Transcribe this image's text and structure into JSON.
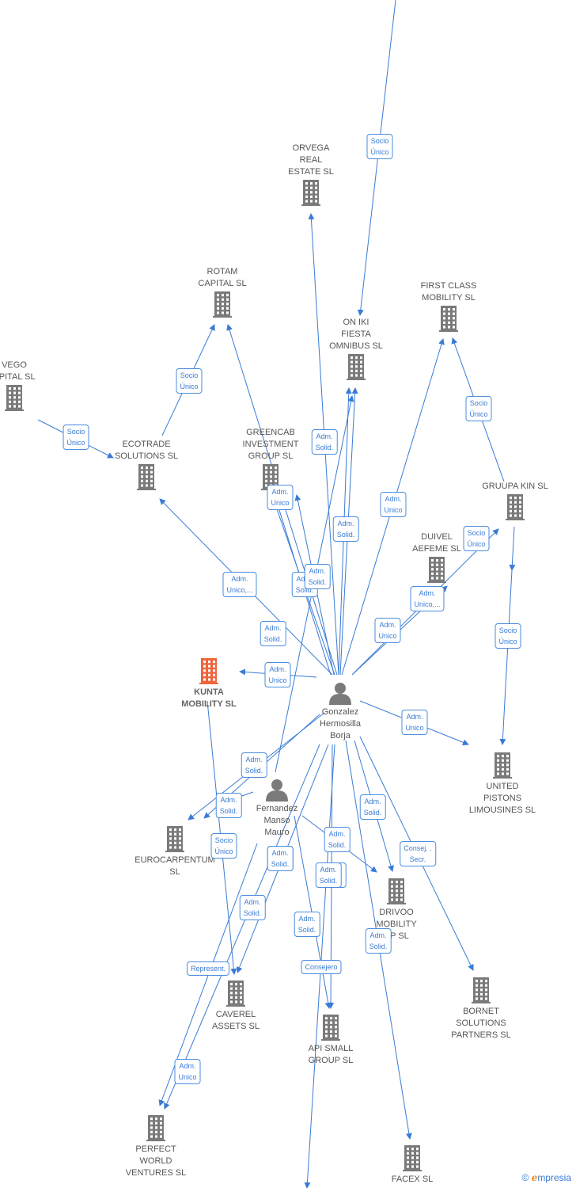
{
  "colors": {
    "edge": "#3a7bd5",
    "company": "#7a7a7a",
    "highlight": "#f0643c",
    "person": "#7a7a7a"
  },
  "nodes": [
    {
      "id": "orvega",
      "label": "ORVEGA\nREAL\nESTATE  SL",
      "kind": "company"
    },
    {
      "id": "rotam",
      "label": "ROTAM\nCAPITAL  SL",
      "kind": "company"
    },
    {
      "id": "oniki",
      "label": "ON IKI\nFIESTA\nOMNIBUS  SL",
      "kind": "company"
    },
    {
      "id": "firstclass",
      "label": "FIRST CLASS\nMOBILITY  SL",
      "kind": "company"
    },
    {
      "id": "vego",
      "label": "VEGO\nAPITAL  SL",
      "kind": "company"
    },
    {
      "id": "ecotrade",
      "label": "ECOTRADE\nSOLUTIONS  SL",
      "kind": "company"
    },
    {
      "id": "greencab",
      "label": "GREENCAB\nINVESTMENT\nGROUP  SL",
      "kind": "company"
    },
    {
      "id": "gruupa",
      "label": "GRUUPA KIN  SL",
      "kind": "company"
    },
    {
      "id": "duivel",
      "label": "DUIVEL\nAEFEME  SL",
      "kind": "company"
    },
    {
      "id": "kunta",
      "label": "KUNTA\nMOBILITY  SL",
      "kind": "company-main"
    },
    {
      "id": "gonzalez",
      "label": "Gonzalez\nHermosilla\nBorja",
      "kind": "person"
    },
    {
      "id": "united",
      "label": "UNITED\nPISTONS\nLIMOUSINES  SL",
      "kind": "company"
    },
    {
      "id": "fernandez",
      "label": "Fernandez\nManso\nMauro",
      "kind": "person"
    },
    {
      "id": "eurocarpentum",
      "label": "EUROCARPENTUM\nSL",
      "kind": "company"
    },
    {
      "id": "drivoo",
      "label": "DRIVOO\nMOBILITY\nUP  SL",
      "kind": "company"
    },
    {
      "id": "bornet",
      "label": "BORNET\nSOLUTIONS\nPARTNERS  SL",
      "kind": "company"
    },
    {
      "id": "caverel",
      "label": "CAVEREL\nASSETS  SL",
      "kind": "company"
    },
    {
      "id": "apismall",
      "label": "API SMALL\nGROUP  SL",
      "kind": "company"
    },
    {
      "id": "perfect",
      "label": "PERFECT\nWORLD\nVENTURES  SL",
      "kind": "company"
    },
    {
      "id": "facex",
      "label": "FACEX  SL",
      "kind": "company"
    }
  ],
  "edge_labels": [
    "Socio\nÚnico",
    "Socio\nÚnico",
    "Socio\nÚnico",
    "Socio\nÚnico",
    "Socio\nÚnico",
    "Socio\nÚnico",
    "Socio\nÚnico",
    "Adm.\nSolid.",
    "Adm.\nUnico",
    "Adm.\nSolid.",
    "Adm.\nUnico",
    "Adm.\nUnico,...",
    "Adm.\nSolid.",
    "Adm.\nSolid.",
    "Adm.\nUnico,...",
    "Adm.\nUnico",
    "Adm.\nSolid.",
    "Adm.\nUnico",
    "Adm.\nUnico",
    "Adm.\nSolid.",
    "Adm.\nSolid.",
    "Adm.\nSolid.",
    "Adm.\nSolid.",
    "Adm.\nSolid.",
    "Adm.\nSolid.",
    "Consej. .\nSecr.",
    "Adm.\nSolid.",
    "Adm.\nSolid.",
    "Adm.\nSolid.",
    "Adm.\nSolid.",
    "Represent.",
    "Consejero",
    "Adm.\nSolid.",
    "Adm.\nUnico"
  ],
  "brand": {
    "copyright": "©",
    "initial": "e",
    "rest": "mpresia"
  }
}
